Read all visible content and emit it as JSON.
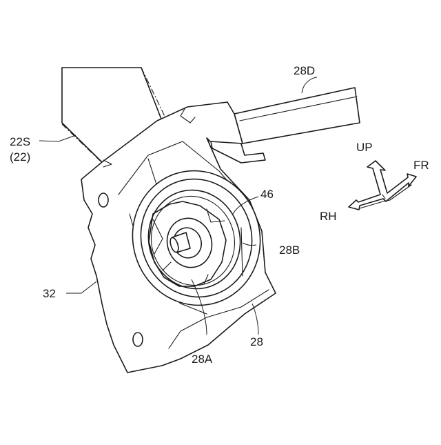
{
  "labels": {
    "seat_frame": "22S",
    "seat_frame_parent": "(22)",
    "rod": "28D",
    "spring_cover": "46",
    "spiral_spring": "28B",
    "bracket": "32",
    "shaft": "28A",
    "mechanism": "28"
  },
  "directions": {
    "up": "UP",
    "front": "FR",
    "right": "RH"
  }
}
